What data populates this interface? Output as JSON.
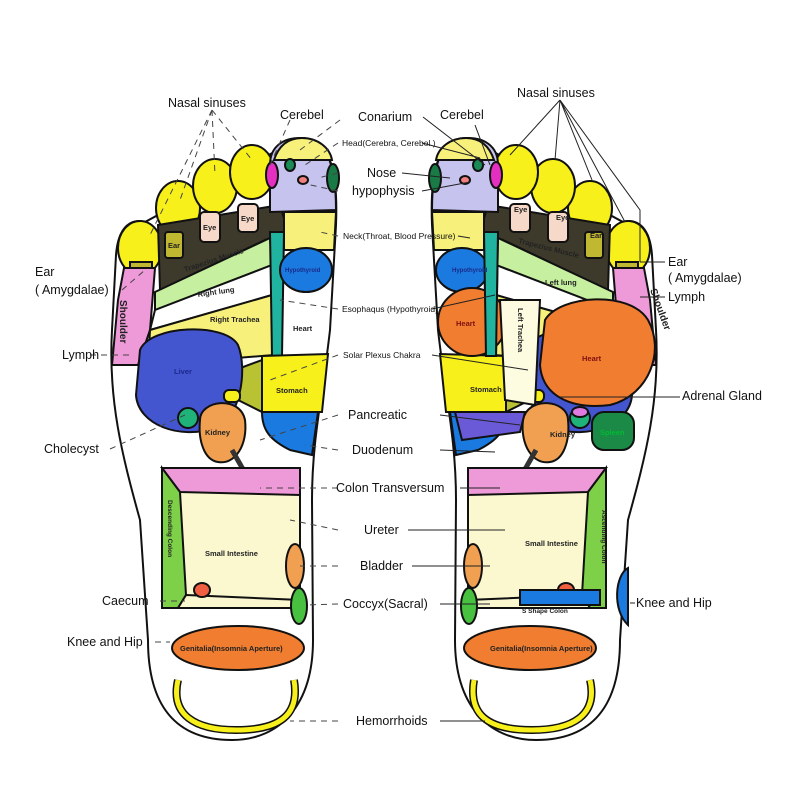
{
  "center_labels": {
    "conarium": "Conarium",
    "head": "Head(Cerebra, Cerebel )",
    "nose": "Nose",
    "hypophysis": "hypophysis",
    "neck": "Neck(Throat, Blood Pressure)",
    "esophagus": "Esophaqus (Hypothyroid)",
    "solar_plexus": "Solar Plexus Chakra",
    "pancreatic": "Pancreatic",
    "duodenum": "Duodenum",
    "colon_transversum": "Colon Transversum",
    "ureter": "Ureter",
    "bladder": "Bladder",
    "coccyx": "Coccyx(Sacral)",
    "hemorrhoids": "Hemorrhoids"
  },
  "left_labels": {
    "nasal_sinuses": "Nasal sinuses",
    "cerebel": "Cerebel",
    "ear": "Ear",
    "amygdalae": "( Amygdalae)",
    "lymph": "Lymph",
    "cholecyst": "Cholecyst",
    "caecum": "Caecum",
    "knee_hip": "Knee and Hip"
  },
  "right_labels": {
    "nasal_sinuses": "Nasal sinuses",
    "cerebel": "Cerebel",
    "ear": "Ear",
    "amygdalae": "( Amygdalae)",
    "lymph": "Lymph",
    "adrenal": "Adrenal Gland",
    "knee_hip": "Knee and Hip"
  },
  "left_zones": {
    "ear": "Ear",
    "eye1": "Eye",
    "eye2": "Eye",
    "trapezius": "Trapezius Muscle",
    "lung": "Right lung",
    "trachea": "Right Trachea",
    "shoulder": "Shoulder",
    "liver": "Liver",
    "hypothyroid": "Hypothyroid",
    "heart": "Heart",
    "stomach": "Stomach",
    "kidney": "Kidney",
    "descending_colon": "Descending Colon",
    "small_intestine": "Small Intestine",
    "genitalia": "Genitalia(Insomnia Aperture)"
  },
  "right_zones": {
    "ear": "Ear",
    "eye1": "Eye",
    "eye2": "Eye",
    "trapezius": "Trapezius Muscle",
    "lung": "Left lung",
    "trachea": "Left Trachea",
    "shoulder": "Shoulder",
    "hypothyroid": "Hypothyroid",
    "heart_small": "Heart",
    "heart": "Heart",
    "stomach": "Stomach",
    "kidney": "Kidney",
    "spleen": "Spleen",
    "ascending_colon": "Ascending Colon",
    "small_intestine": "Small Intestine",
    "s_colon": "S Shape Colon",
    "genitalia": "Genitalia(Insomnia Aperture)"
  }
}
